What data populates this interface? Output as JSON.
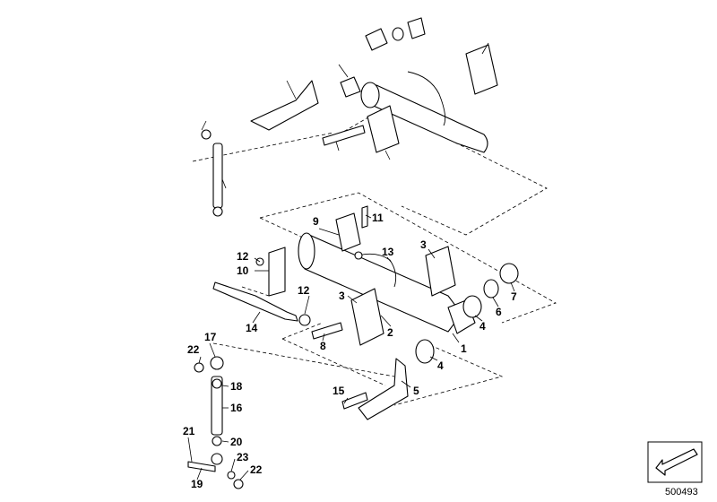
{
  "diagram": {
    "catalog_number": "500493",
    "callouts": [
      {
        "key": "c1",
        "text": "1"
      },
      {
        "key": "c2",
        "text": "2"
      },
      {
        "key": "c3a",
        "text": "3"
      },
      {
        "key": "c3b",
        "text": "3"
      },
      {
        "key": "c4a",
        "text": "4"
      },
      {
        "key": "c4b",
        "text": "4"
      },
      {
        "key": "c5",
        "text": "5"
      },
      {
        "key": "c6",
        "text": "6"
      },
      {
        "key": "c7",
        "text": "7"
      },
      {
        "key": "c8",
        "text": "8"
      },
      {
        "key": "c9",
        "text": "9"
      },
      {
        "key": "c10",
        "text": "10"
      },
      {
        "key": "c11",
        "text": "11"
      },
      {
        "key": "c12a",
        "text": "12"
      },
      {
        "key": "c12b",
        "text": "12"
      },
      {
        "key": "c13",
        "text": "13"
      },
      {
        "key": "c14",
        "text": "14"
      },
      {
        "key": "c15",
        "text": "15"
      },
      {
        "key": "c16",
        "text": "16"
      },
      {
        "key": "c17",
        "text": "17"
      },
      {
        "key": "c18",
        "text": "18"
      },
      {
        "key": "c19",
        "text": "19"
      },
      {
        "key": "c20",
        "text": "20"
      },
      {
        "key": "c21",
        "text": "21"
      },
      {
        "key": "c22a",
        "text": "22"
      },
      {
        "key": "c22b",
        "text": "22"
      },
      {
        "key": "c23",
        "text": "23"
      }
    ]
  }
}
